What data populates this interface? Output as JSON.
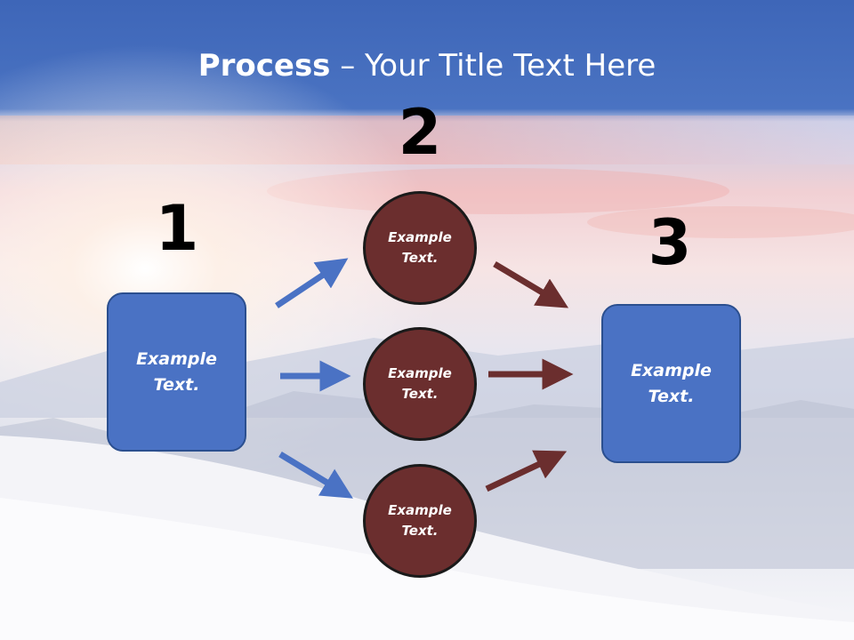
{
  "title": {
    "bold": "Process",
    "rest": " – Your Title Text Here"
  },
  "steps": [
    {
      "number": "1",
      "label": "Example\nText."
    },
    {
      "number": "2"
    },
    {
      "number": "3",
      "label": "Example\nText."
    }
  ],
  "circles": [
    {
      "label": "Example\nText."
    },
    {
      "label": "Example\nText."
    },
    {
      "label": "Example\nText."
    }
  ],
  "colors": {
    "header_blue": "#3a63b5",
    "box_blue": "#4a72c4",
    "arrow_blue": "#4a72c4",
    "circle_brown": "#6b2e2e",
    "arrow_brown": "#6b2e2e"
  }
}
